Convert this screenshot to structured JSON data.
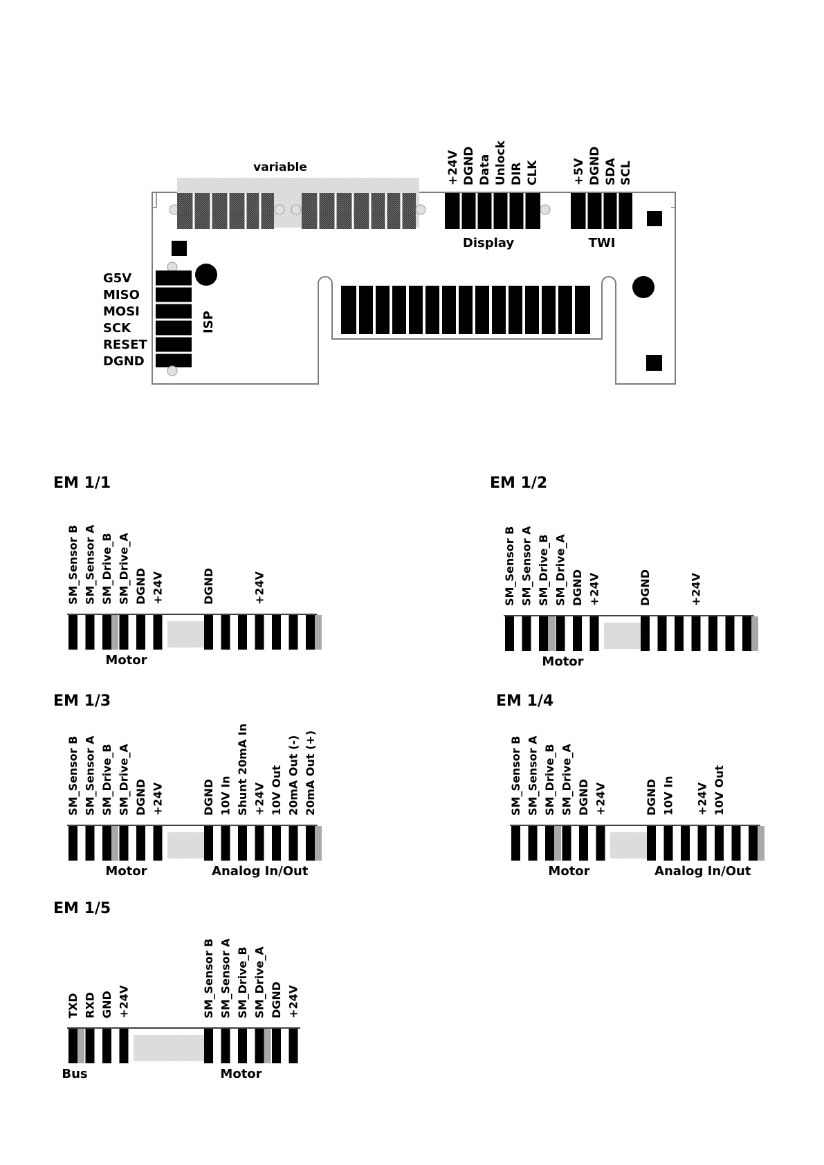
{
  "board": {
    "variable_label": "variable",
    "display_label": "Display",
    "twi_label": "TWI",
    "isp_label": "ISP",
    "display_pins": [
      "+24V",
      "DGND",
      "Data",
      "Unlock",
      "DIR",
      "CLK"
    ],
    "twi_pins": [
      "+5V",
      "DGND",
      "SDA",
      "SCL"
    ],
    "isp_pins": [
      "G5V",
      "MISO",
      "MOSI",
      "SCK",
      "RESET",
      "DGND"
    ]
  },
  "modules": [
    {
      "title": "EM 1/1",
      "pins_left": [
        "SM_Sensor B",
        "SM_Sensor A",
        "SM_Drive_B",
        "SM_Drive_A",
        "DGND",
        "+24V"
      ],
      "pins_right": [
        "DGND",
        "",
        "",
        "+24V",
        "",
        "",
        ""
      ],
      "label_left": "Motor",
      "label_right": ""
    },
    {
      "title": "EM 1/2",
      "pins_left": [
        "SM_Sensor B",
        "SM_Sensor A",
        "SM_Drive_B",
        "SM_Drive_A",
        "DGND",
        "+24V"
      ],
      "pins_right": [
        "DGND",
        "",
        "",
        "+24V",
        "",
        "",
        ""
      ],
      "label_left": "Motor",
      "label_right": ""
    },
    {
      "title": "EM 1/3",
      "pins_left": [
        "SM_Sensor B",
        "SM_Sensor A",
        "SM_Drive_B",
        "SM_Drive_A",
        "DGND",
        "+24V"
      ],
      "pins_right": [
        "DGND",
        "10V In",
        "Shunt 20mA In",
        "+24V",
        "10V Out",
        "20mA Out (-)",
        "20mA Out (+)"
      ],
      "label_left": "Motor",
      "label_right": "Analog In/Out"
    },
    {
      "title": "EM 1/4",
      "pins_left": [
        "SM_Sensor B",
        "SM_Sensor A",
        "SM_Drive_B",
        "SM_Drive_A",
        "DGND",
        "+24V"
      ],
      "pins_right": [
        "DGND",
        "10V In",
        "",
        "+24V",
        "10V Out",
        "",
        ""
      ],
      "label_left": "Motor",
      "label_right": "Analog In/Out"
    },
    {
      "title": "EM 1/5",
      "pins_left": [
        "TXD",
        "RXD",
        "GND",
        "+24V"
      ],
      "pins_right": [
        "SM_Sensor B",
        "SM_Sensor A",
        "SM_Drive_B",
        "SM_Drive_A",
        "DGND",
        "+24V"
      ],
      "label_left": "Bus",
      "label_right": "Motor"
    }
  ]
}
